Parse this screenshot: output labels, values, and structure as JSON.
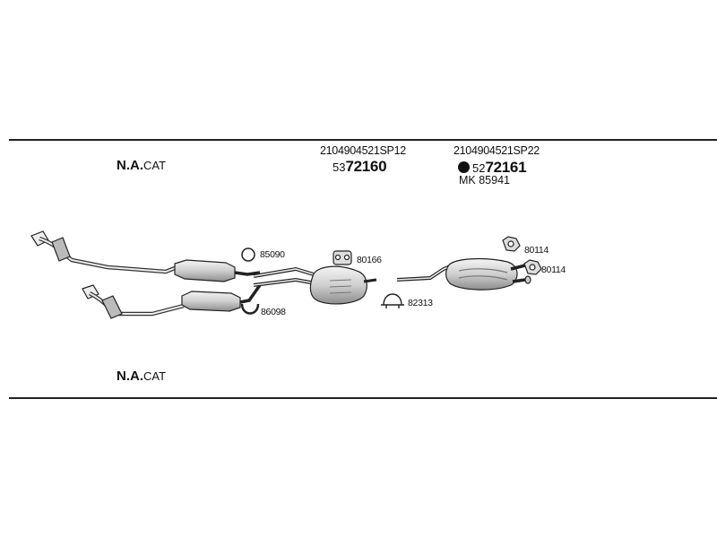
{
  "top_section": {
    "system_label_bold": "N.A.",
    "system_label_suffix": "CAT"
  },
  "bottom_section": {
    "system_label_bold": "N.A.",
    "system_label_suffix": "CAT"
  },
  "assembly_left": {
    "part_number": "2104904521SP12",
    "code_prefix": "53",
    "code_main": "72160"
  },
  "assembly_right": {
    "part_number": "2104904521SP22",
    "code_prefix": "52",
    "code_main": "72161",
    "mounting_kit": "MK  85941"
  },
  "callouts": {
    "ring_clamp": "85090",
    "u_bracket": "86098",
    "rubber_hanger_mid": "80166",
    "u_bolt_clamp": "82313",
    "hanger_upper_right": "80114",
    "hanger_lower_right": "80114"
  }
}
